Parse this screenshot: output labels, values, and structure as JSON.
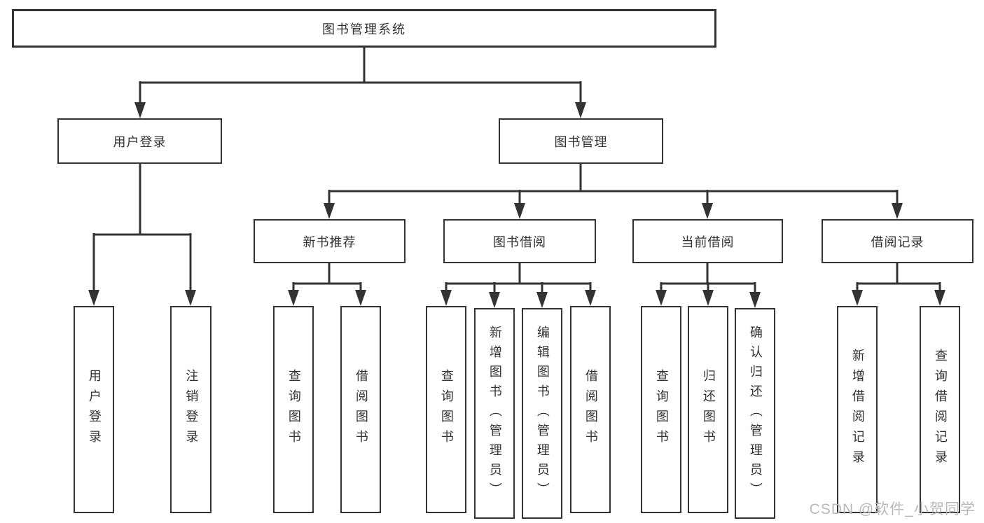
{
  "diagram_type": "hierarchy-tree",
  "tree": {
    "label": "图书管理系统",
    "children": [
      {
        "label": "用户登录",
        "children": [
          {
            "label": "用户登录"
          },
          {
            "label": "注销登录"
          }
        ]
      },
      {
        "label": "图书管理",
        "children": [
          {
            "label": "新书推荐",
            "children": [
              {
                "label": "查询图书"
              },
              {
                "label": "借阅图书"
              }
            ]
          },
          {
            "label": "图书借阅",
            "children": [
              {
                "label": "查询图书"
              },
              {
                "label": "新增图书（管理员）"
              },
              {
                "label": "编辑图书（管理员）"
              },
              {
                "label": "借阅图书"
              }
            ]
          },
          {
            "label": "当前借阅",
            "children": [
              {
                "label": "查询图书"
              },
              {
                "label": "归还图书"
              },
              {
                "label": "确认归还（管理员）"
              }
            ]
          },
          {
            "label": "借阅记录",
            "children": [
              {
                "label": "新增借阅记录"
              },
              {
                "label": "查询借阅记录"
              }
            ]
          }
        ]
      }
    ]
  },
  "watermark": {
    "text": "CSDN @软件_小贺同学"
  },
  "colors": {
    "line": "#333333",
    "box_border": "#333333",
    "text": "#333333",
    "background": "#ffffff",
    "watermark": "#b9b9b9"
  }
}
